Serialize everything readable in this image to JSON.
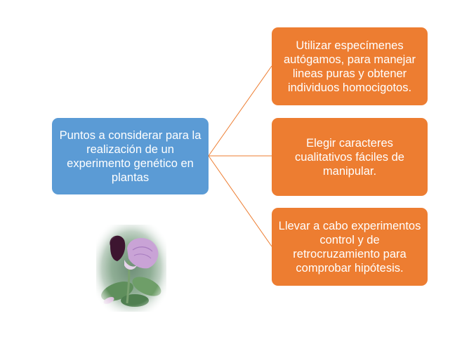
{
  "diagram": {
    "root": {
      "text": "Puntos a considerar para la realización de un experimento genético en plantas"
    },
    "branches": [
      {
        "text": "Utilizar especímenes autógamos, para manejar lineas puras y obtener individuos homocigotos."
      },
      {
        "text": "Elegir caracteres cualitativos fáciles de manipular."
      },
      {
        "text": "Llevar a cabo experimentos control y de retrocruzamiento para comprobar hipótesis."
      }
    ]
  },
  "image": {
    "icon": "pea-flower-photo"
  },
  "colors": {
    "root_fill": "#5b9bd5",
    "branch_fill": "#ed7d31",
    "connector": "#ed7d31"
  }
}
